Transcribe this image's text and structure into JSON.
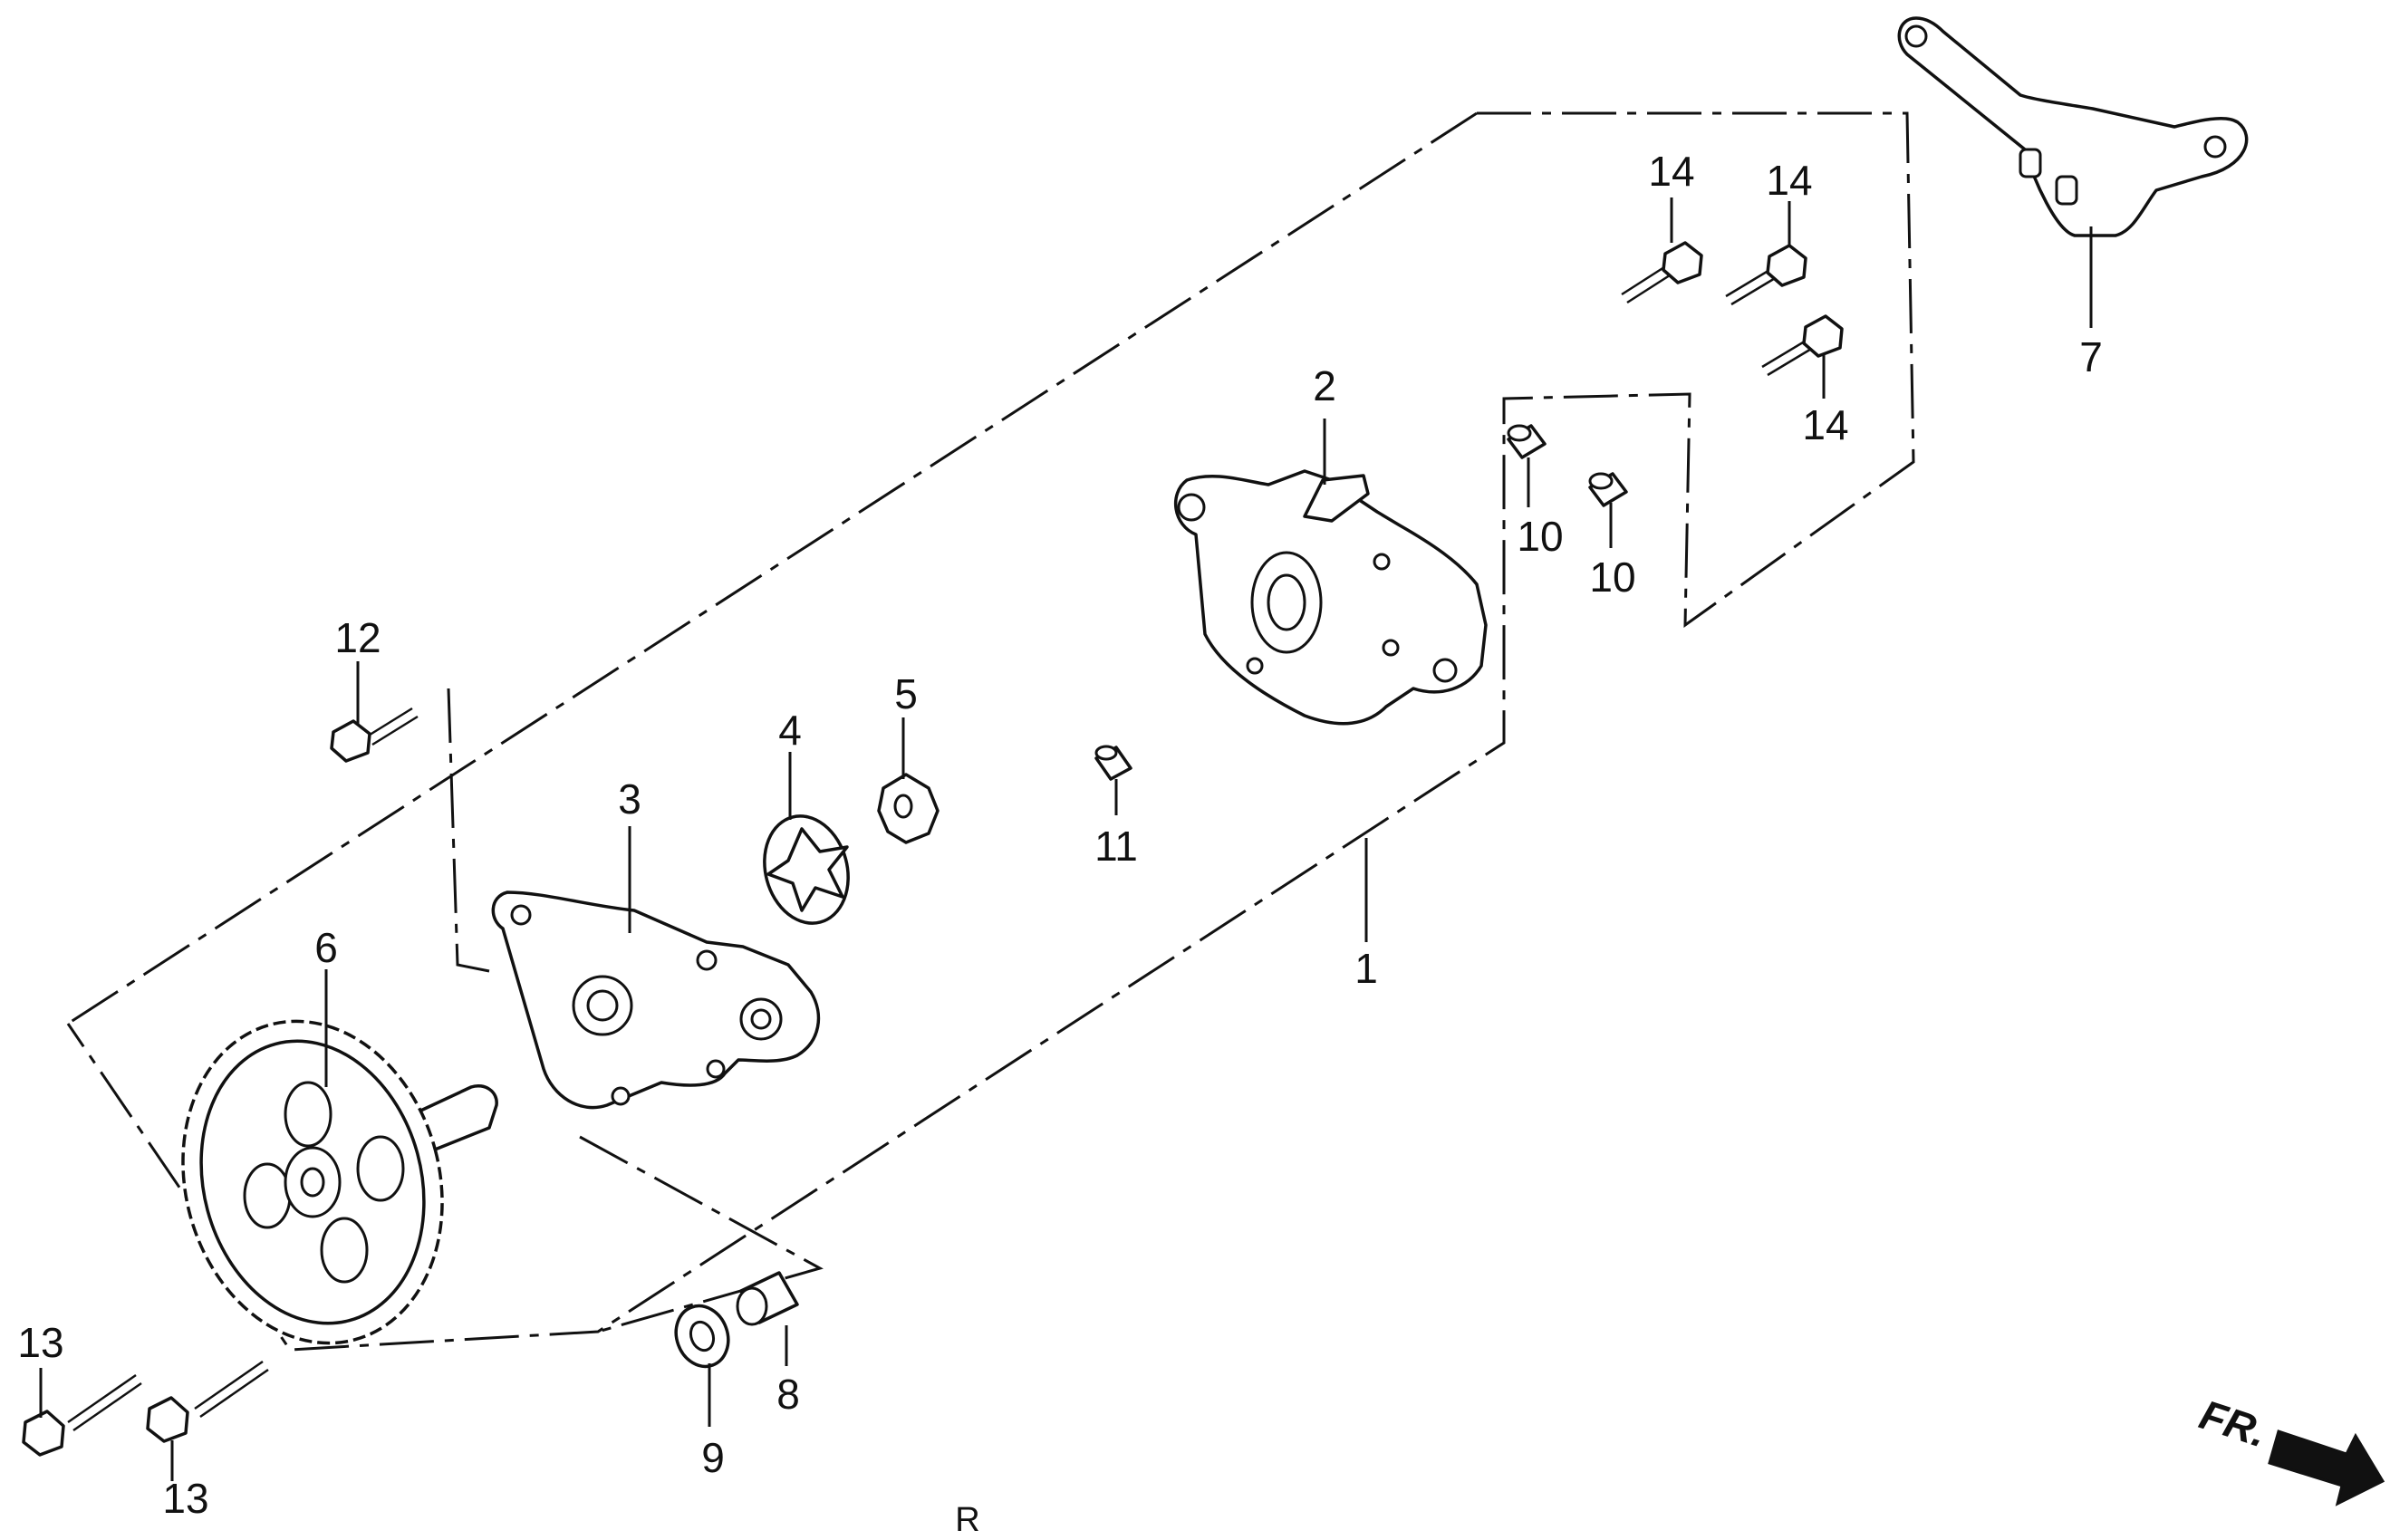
{
  "diagram": {
    "callouts": [
      {
        "id": "c1",
        "text": "1"
      },
      {
        "id": "c2",
        "text": "2"
      },
      {
        "id": "c3",
        "text": "3"
      },
      {
        "id": "c4",
        "text": "4"
      },
      {
        "id": "c5",
        "text": "5"
      },
      {
        "id": "c6",
        "text": "6"
      },
      {
        "id": "c7",
        "text": "7"
      },
      {
        "id": "c8",
        "text": "8"
      },
      {
        "id": "c9",
        "text": "9"
      },
      {
        "id": "c10a",
        "text": "10"
      },
      {
        "id": "c10b",
        "text": "10"
      },
      {
        "id": "c11",
        "text": "11"
      },
      {
        "id": "c12",
        "text": "12"
      },
      {
        "id": "c13a",
        "text": "13"
      },
      {
        "id": "c13b",
        "text": "13"
      },
      {
        "id": "c14a",
        "text": "14"
      },
      {
        "id": "c14b",
        "text": "14"
      },
      {
        "id": "c14c",
        "text": "14"
      }
    ],
    "direction_label": "FR.",
    "footer_mark": "R",
    "arrow_icon": "front-direction-arrow-icon"
  }
}
